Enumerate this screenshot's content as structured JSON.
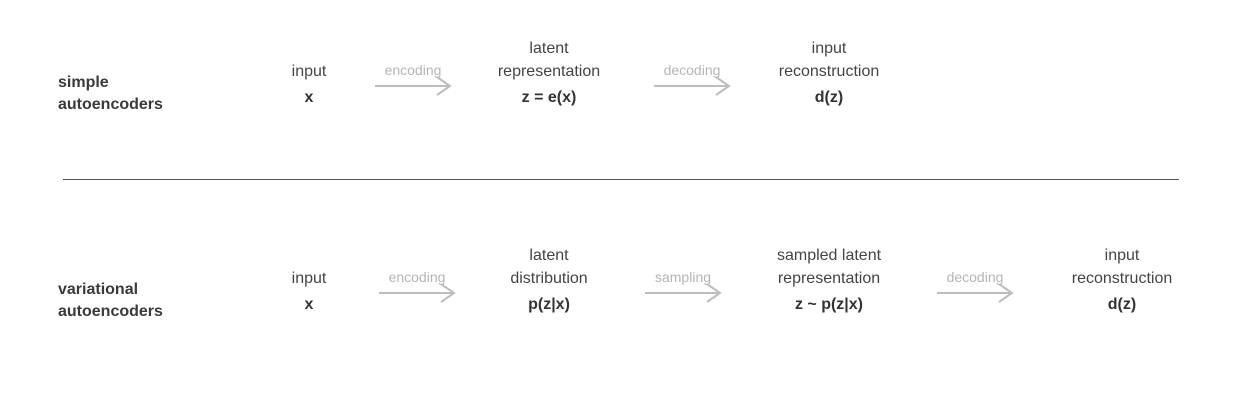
{
  "rows": [
    {
      "title_line1": "simple",
      "title_line2": "autoencoders",
      "nodes": [
        {
          "lines": [
            "",
            "input"
          ],
          "symbol": "x"
        },
        {
          "lines": [
            "latent",
            "representation"
          ],
          "symbol": "z = e(x)"
        },
        {
          "lines": [
            "input",
            "reconstruction"
          ],
          "symbol": "d(z)"
        }
      ],
      "edges": [
        "encoding",
        "decoding"
      ]
    },
    {
      "title_line1": "variational",
      "title_line2": "autoencoders",
      "nodes": [
        {
          "lines": [
            "",
            "input"
          ],
          "symbol": "x"
        },
        {
          "lines": [
            "latent",
            "distribution"
          ],
          "symbol": "p(z|x)"
        },
        {
          "lines": [
            "sampled latent",
            "representation"
          ],
          "symbol": "z ~ p(z|x)"
        },
        {
          "lines": [
            "input",
            "reconstruction"
          ],
          "symbol": "d(z)"
        }
      ],
      "edges": [
        "encoding",
        "sampling",
        "decoding"
      ]
    }
  ],
  "colors": {
    "text": "#3a3a3a",
    "edge_label": "#b5b5b5",
    "arrow": "#bdbdbd",
    "divider": "#555555"
  }
}
